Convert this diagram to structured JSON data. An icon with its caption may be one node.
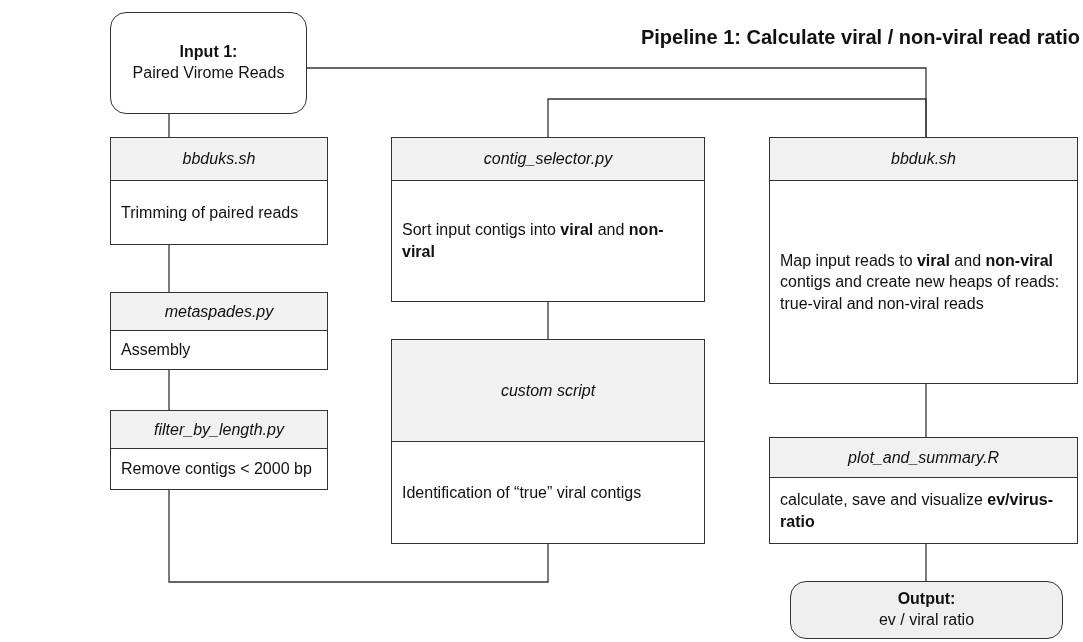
{
  "diagram": {
    "title": "Pipeline 1: Calculate viral / non-viral read ratio",
    "nodes": [
      {
        "text": [
          "Input 1:",
          "Paired Virome Reads"
        ]
      },
      {
        "text": [
          "bbduks.sh",
          "Trimming of paired reads"
        ]
      },
      {
        "text": [
          "metaspades.py",
          "Assembly"
        ]
      },
      {
        "text": [
          "filter_by_length.py",
          "Remove contigs < 2000 bp"
        ]
      },
      {
        "text": [
          "contig_selector.py",
          "Sort input contigs into **viral** and **non-viral**"
        ]
      },
      {
        "text": [
          "custom script",
          "Identification of “true” viral contigs"
        ]
      },
      {
        "text": [
          "bbduk.sh",
          "Map input reads to **viral** and **non-viral** contigs and create new heaps of reads: true-viral and non-viral reads"
        ]
      },
      {
        "text": [
          "plot_and_summary.R",
          "calculate, save and visualize **ev/virus-ratio**"
        ]
      },
      {
        "text": [
          "Output:",
          "ev / viral ratio"
        ]
      }
    ],
    "edges": [
      {
        "from": 0,
        "to": 1,
        "arrow": "none"
      },
      {
        "from": 1,
        "to": 2,
        "arrow": "none"
      },
      {
        "from": 2,
        "to": 3,
        "arrow": "none"
      },
      {
        "from": 3,
        "to": 5,
        "arrow": "none"
      },
      {
        "from": 4,
        "to": 5,
        "arrow": "none"
      },
      {
        "from": 0,
        "to": 6,
        "arrow": "none"
      },
      {
        "from": 4,
        "to": 6,
        "arrow": "none"
      },
      {
        "from": 6,
        "to": 7,
        "arrow": "none"
      },
      {
        "from": 7,
        "to": 8,
        "arrow": "none"
      }
    ]
  }
}
